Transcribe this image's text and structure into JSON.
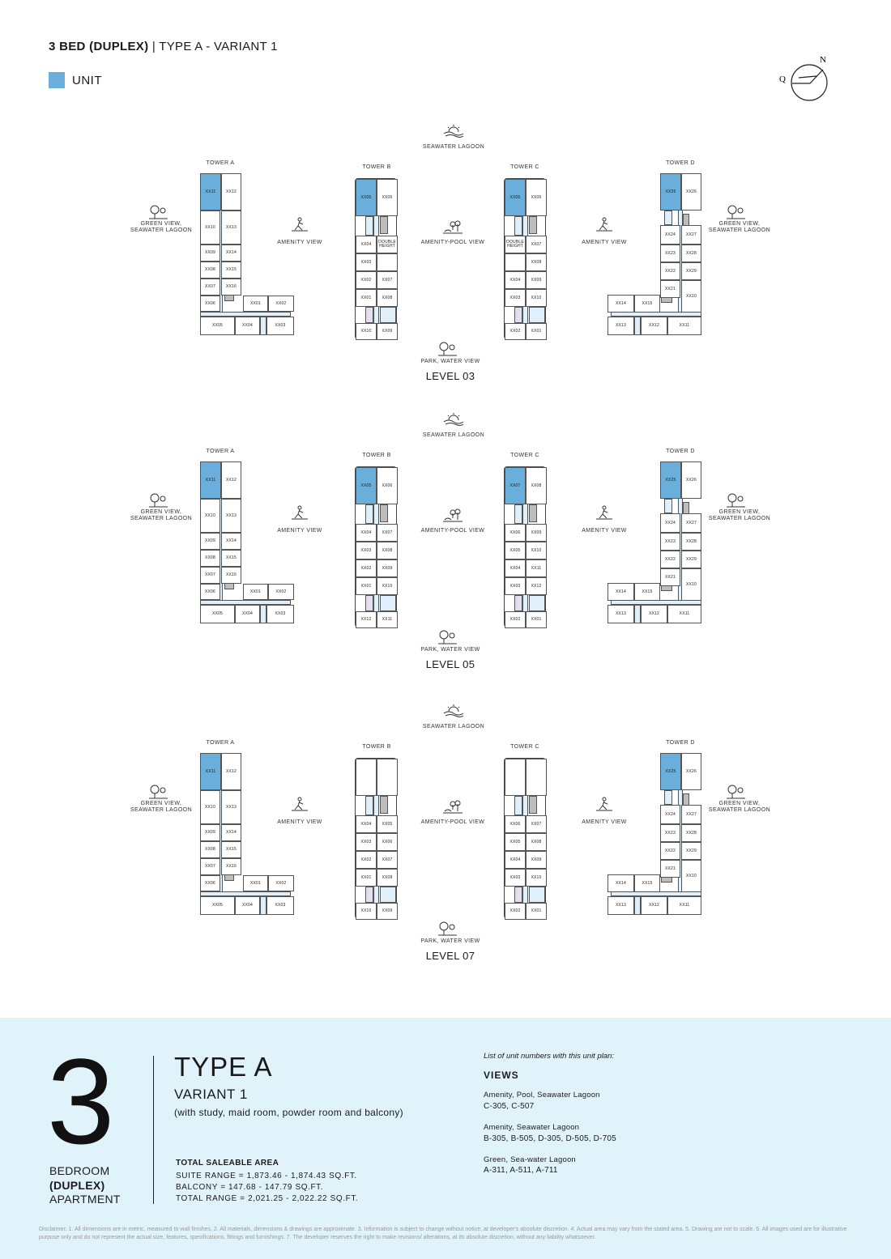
{
  "header": {
    "title_bold": "3 BED (DUPLEX)",
    "title_rest": " | TYPE A - VARIANT 1",
    "legend_label": "UNIT",
    "compass_n": "N",
    "compass_q": "Q"
  },
  "colors": {
    "unit": "#6aaedc",
    "corridor": "#dff0fa",
    "panel": "#e0f3fb"
  },
  "views": {
    "top": "SEAWATER LAGOON",
    "left": [
      "GREEN VIEW,",
      "SEAWATER LAGOON"
    ],
    "amenity": "AMENITY VIEW",
    "pool": "AMENITY-POOL VIEW",
    "bottom": "PARK, WATER VIEW",
    "right": [
      "GREEN VIEW,",
      "SEAWATER LAGOON"
    ]
  },
  "levels": [
    {
      "label": "LEVEL 03",
      "towers": [
        {
          "name": "TOWER A",
          "highlight": "XX11",
          "units": [
            "XX11",
            "XX12",
            "XX10",
            "XX13",
            "XX09",
            "XX14",
            "XX08",
            "XX15",
            "XX07",
            "XX16",
            "XX06",
            "XX01",
            "XX02",
            "XX05",
            "XX04",
            "XX03"
          ]
        },
        {
          "name": "TOWER B",
          "highlight": "XX05",
          "units": [
            "XX05",
            "XX06",
            "XX04",
            "DOUBLE HEIGHT",
            "XX03",
            "",
            "XX02",
            "XX07",
            "XX01",
            "XX08",
            "XX10",
            "XX09"
          ]
        },
        {
          "name": "TOWER C",
          "highlight": "XX05",
          "units": [
            "XX05",
            "XX06",
            "DOUBLE HEIGHT",
            "XX07",
            "",
            "XX08",
            "XX04",
            "XX09",
            "XX03",
            "XX10",
            "XX02",
            "XX01"
          ]
        },
        {
          "name": "TOWER D",
          "highlight": "XX25",
          "units": [
            "XX25",
            "XX26",
            "XX24",
            "XX27",
            "XX23",
            "XX28",
            "XX22",
            "XX29",
            "XX21",
            "XX10",
            "XX14",
            "XX15",
            "XX13",
            "XX12",
            "XX11"
          ]
        }
      ]
    },
    {
      "label": "LEVEL 05",
      "towers": [
        {
          "name": "TOWER A",
          "highlight": "XX11",
          "units": [
            "XX11",
            "XX12",
            "XX10",
            "XX13",
            "XX09",
            "XX14",
            "XX08",
            "XX15",
            "XX07",
            "XX16",
            "XX06",
            "XX01",
            "XX02",
            "XX05",
            "XX04",
            "XX03"
          ]
        },
        {
          "name": "TOWER B",
          "highlight": "XX05",
          "units": [
            "XX05",
            "XX06",
            "XX04",
            "XX07",
            "XX03",
            "XX08",
            "XX02",
            "XX09",
            "XX01",
            "XX10",
            "XX12",
            "XX11"
          ]
        },
        {
          "name": "TOWER C",
          "highlight": "XX07",
          "units": [
            "XX07",
            "XX08",
            "XX06",
            "XX09",
            "XX05",
            "XX10",
            "XX04",
            "XX11",
            "XX03",
            "XX12",
            "XX02",
            "XX01"
          ]
        },
        {
          "name": "TOWER D",
          "highlight": "XX25",
          "units": [
            "XX25",
            "XX26",
            "XX24",
            "XX27",
            "XX23",
            "XX28",
            "XX22",
            "XX29",
            "XX21",
            "XX10",
            "XX14",
            "XX15",
            "XX13",
            "XX12",
            "XX11"
          ]
        }
      ]
    },
    {
      "label": "LEVEL 07",
      "towers": [
        {
          "name": "TOWER A",
          "highlight": "XX11",
          "units": [
            "XX11",
            "XX12",
            "XX10",
            "XX13",
            "XX09",
            "XX14",
            "XX08",
            "XX15",
            "XX07",
            "XX16",
            "XX06",
            "XX01",
            "XX02",
            "XX05",
            "XX04",
            "XX03"
          ]
        },
        {
          "name": "TOWER B",
          "highlight": "",
          "units": [
            "",
            "",
            "XX04",
            "XX05",
            "XX03",
            "XX06",
            "XX02",
            "XX07",
            "XX01",
            "XX08",
            "XX10",
            "XX09"
          ]
        },
        {
          "name": "TOWER C",
          "highlight": "",
          "units": [
            "",
            "",
            "XX06",
            "XX07",
            "XX05",
            "XX08",
            "XX04",
            "XX09",
            "XX03",
            "XX10",
            "XX02",
            "XX01"
          ]
        },
        {
          "name": "TOWER D",
          "highlight": "XX25",
          "units": [
            "XX25",
            "XX26",
            "XX24",
            "XX27",
            "XX23",
            "XX28",
            "XX22",
            "XX29",
            "XX21",
            "XX10",
            "XX14",
            "XX15",
            "XX13",
            "XX12",
            "XX11"
          ]
        }
      ]
    }
  ],
  "panel": {
    "bedrooms": "3",
    "bedroom_lines": [
      "BEDROOM",
      "(DUPLEX)",
      "APARTMENT"
    ],
    "type": "TYPE A",
    "variant": "VARIANT 1",
    "description": "(with study, maid room, powder room and balcony)",
    "area_title": "TOTAL SALEABLE AREA",
    "ranges": [
      "SUITE RANGE = 1,873.46 - 1,874.43 SQ.FT.",
      "BALCONY = 147.68 - 147.79 SQ.FT.",
      "TOTAL RANGE = 2,021.25 - 2,022.22 SQ.FT."
    ],
    "list_header": "List of unit numbers with this unit plan:",
    "views_title": "VIEWS",
    "view_groups": [
      {
        "name": "Amenity, Pool, Seawater Lagoon",
        "units": "C-305, C-507"
      },
      {
        "name": "Amenity, Seawater Lagoon",
        "units": "B-305, B-505, D-305, D-505, D-705"
      },
      {
        "name": "Green, Sea-water Lagoon",
        "units": "A-311, A-511, A-711"
      }
    ]
  },
  "disclaimer": "Disclaimer: 1. All dimensions are in metric, measured to wall finishes. 2. All materials, dimensions & drawings are approximate. 3. Information is subject to change without notice, at developer's absolute discretion. 4. Actual area may vary from the stated area. 5. Drawing are not to scale. 6. All images used are for illustrative purpose only and do not represent the actual size, features, specifications, fittings and furnishings. 7. The developer reserves the right to make revisions/ alterations, at its absolute discretion, without any liability whatsoever."
}
